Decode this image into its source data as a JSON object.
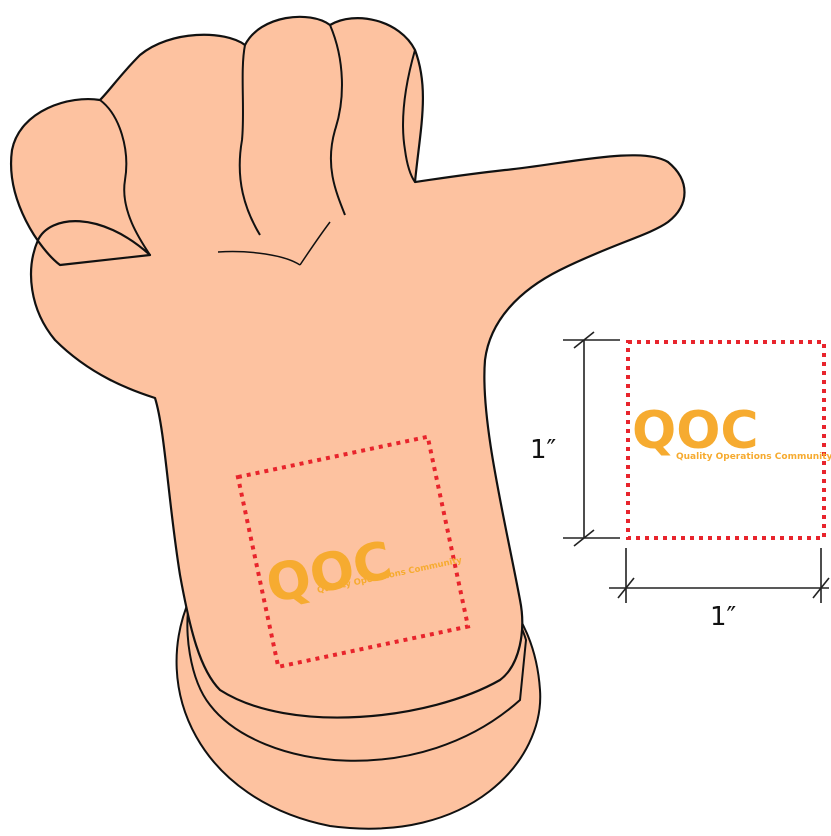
{
  "diagram": {
    "logo": {
      "acronym": "QOC",
      "full_name": "Quality Operations Community"
    },
    "dimensions": {
      "height_label": "1″",
      "width_label": "1″"
    },
    "colors": {
      "skin": "#fdc2a0",
      "outline": "#111111",
      "sticker_border": "#e8242c",
      "logo": "#f6ab30",
      "dimension_line": "#222222"
    },
    "icons": [
      "hand-illustration",
      "wristband"
    ]
  }
}
